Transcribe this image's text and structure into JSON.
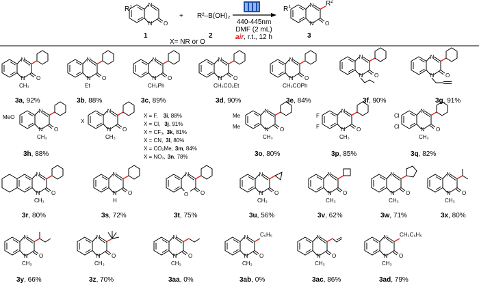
{
  "scheme": {
    "reactant1_number": "1",
    "reactant1_sub": "R",
    "reactant1_sub_sup": "1",
    "reactant1_x": "X",
    "plus": "+",
    "reactant2_formula": "R²–B(OH)₂",
    "reactant2_number": "2",
    "x_note": "X= NR or O",
    "condition_light": "440-445nm",
    "condition_solvent": "DMF (2 mL)",
    "condition_air": "air",
    "condition_rest": ", r.t., 12 h",
    "product_number": "3",
    "product_r1": "R",
    "product_r1_sup": "1",
    "product_r2": "R",
    "product_r2_sup": "2",
    "product_x": "X"
  },
  "x_variants": [
    {
      "x": "X = F,",
      "id": "3i",
      "yield": ", 88%"
    },
    {
      "x": "X = Cl,",
      "id": "3j",
      "yield": ", 91%"
    },
    {
      "x": "X = CF₃,",
      "id": "3k",
      "yield": ", 81%"
    },
    {
      "x": "X = CN,",
      "id": "3l",
      "yield": ", 80%"
    },
    {
      "x": "X = CO₂Me,",
      "id": "3m",
      "yield": ", 84%"
    },
    {
      "x": "X = NO₂,",
      "id": "3n",
      "yield": ", 78%"
    }
  ],
  "compounds": [
    {
      "id": "3a",
      "yield": ", 92%",
      "n_sub": "CH₃"
    },
    {
      "id": "3b",
      "yield": ", 88%",
      "n_sub": "Et"
    },
    {
      "id": "3c",
      "yield": ", 89%",
      "n_sub": "CH₂Ph"
    },
    {
      "id": "3d",
      "yield": ", 90%",
      "n_sub": "CH₂CO₂Et"
    },
    {
      "id": "3e",
      "yield": ", 84%",
      "n_sub": "CH₂COPh"
    },
    {
      "id": "3f",
      "yield": ", 90%",
      "n_sub": ""
    },
    {
      "id": "3g",
      "yield": ", 91%",
      "n_sub": ""
    },
    {
      "id": "3h",
      "yield": ", 88%",
      "n_sub": "CH₃",
      "ring_sub": "MeO"
    },
    {
      "id": "3o",
      "yield": ", 80%",
      "n_sub": "CH₃",
      "ring_sub": "Me",
      "ring_sub2": "Me"
    },
    {
      "id": "3p",
      "yield": ", 85%",
      "n_sub": "CH₃",
      "ring_sub": "F",
      "ring_sub2": "F"
    },
    {
      "id": "3q",
      "yield": ", 82%",
      "n_sub": "CH₃",
      "ring_sub": "Cl",
      "ring_sub2": "Cl"
    },
    {
      "id": "3r",
      "yield": ", 80%",
      "n_sub": "CH₃"
    },
    {
      "id": "3s",
      "yield": ", 72%",
      "n_sub": "H"
    },
    {
      "id": "3t",
      "yield": ", 75%",
      "n_sub": "O"
    },
    {
      "id": "3u",
      "yield": ", 56%",
      "n_sub": "CH₃"
    },
    {
      "id": "3v",
      "yield": ", 62%",
      "n_sub": "CH₃"
    },
    {
      "id": "3w",
      "yield": ", 71%",
      "n_sub": "CH₃"
    },
    {
      "id": "3x",
      "yield": ", 80%",
      "n_sub": "CH₃"
    },
    {
      "id": "3y",
      "yield": ", 66%",
      "n_sub": "CH₃"
    },
    {
      "id": "3z",
      "yield": ", 70%",
      "n_sub": "CH₃"
    },
    {
      "id": "3aa",
      "yield": ", 0%",
      "n_sub": "CH₃"
    },
    {
      "id": "3ab",
      "yield": ", 0%",
      "n_sub": "CH₃",
      "r2": "C₆H₅"
    },
    {
      "id": "3ac",
      "yield": ", 86%",
      "n_sub": "CH₃"
    },
    {
      "id": "3ad",
      "yield": ", 79%",
      "n_sub": "CH₃",
      "r2": "CH₂C₆H₅"
    }
  ],
  "colors": {
    "bond_highlight": "#e0201b",
    "air_text": "#d4141c",
    "lamp": "#1f4fa8"
  }
}
